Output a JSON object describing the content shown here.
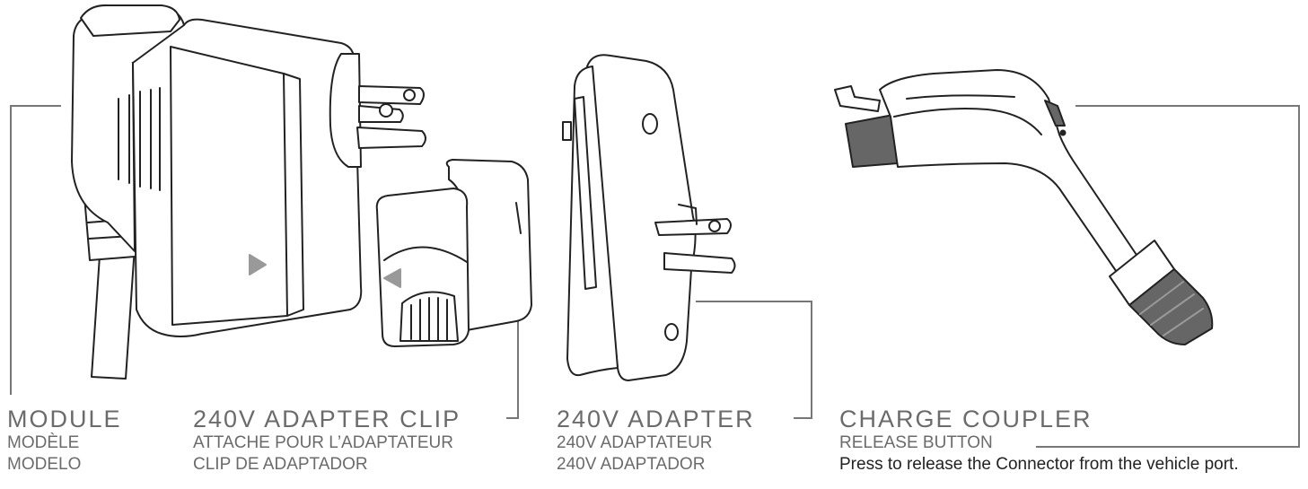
{
  "colors": {
    "line": "#222222",
    "leader": "#777777",
    "gray_fill": "#666666",
    "text": "#6b6b6b"
  },
  "labels": {
    "module": {
      "title": "MODULE",
      "fr": "MODÈLE",
      "es": "MODELO"
    },
    "adapter_clip": {
      "title": "240V ADAPTER CLIP",
      "fr": "ATTACHE POUR L’ADAPTATEUR",
      "es": "CLIP DE ADAPTADOR"
    },
    "adapter": {
      "title": "240V ADAPTER",
      "fr": "240V ADAPTATEUR",
      "es": "240V ADAPTADOR"
    },
    "coupler": {
      "title": "CHARGE COUPLER",
      "release": "RELEASE BUTTON",
      "description": "Press to release the Connector from the vehicle port."
    }
  }
}
